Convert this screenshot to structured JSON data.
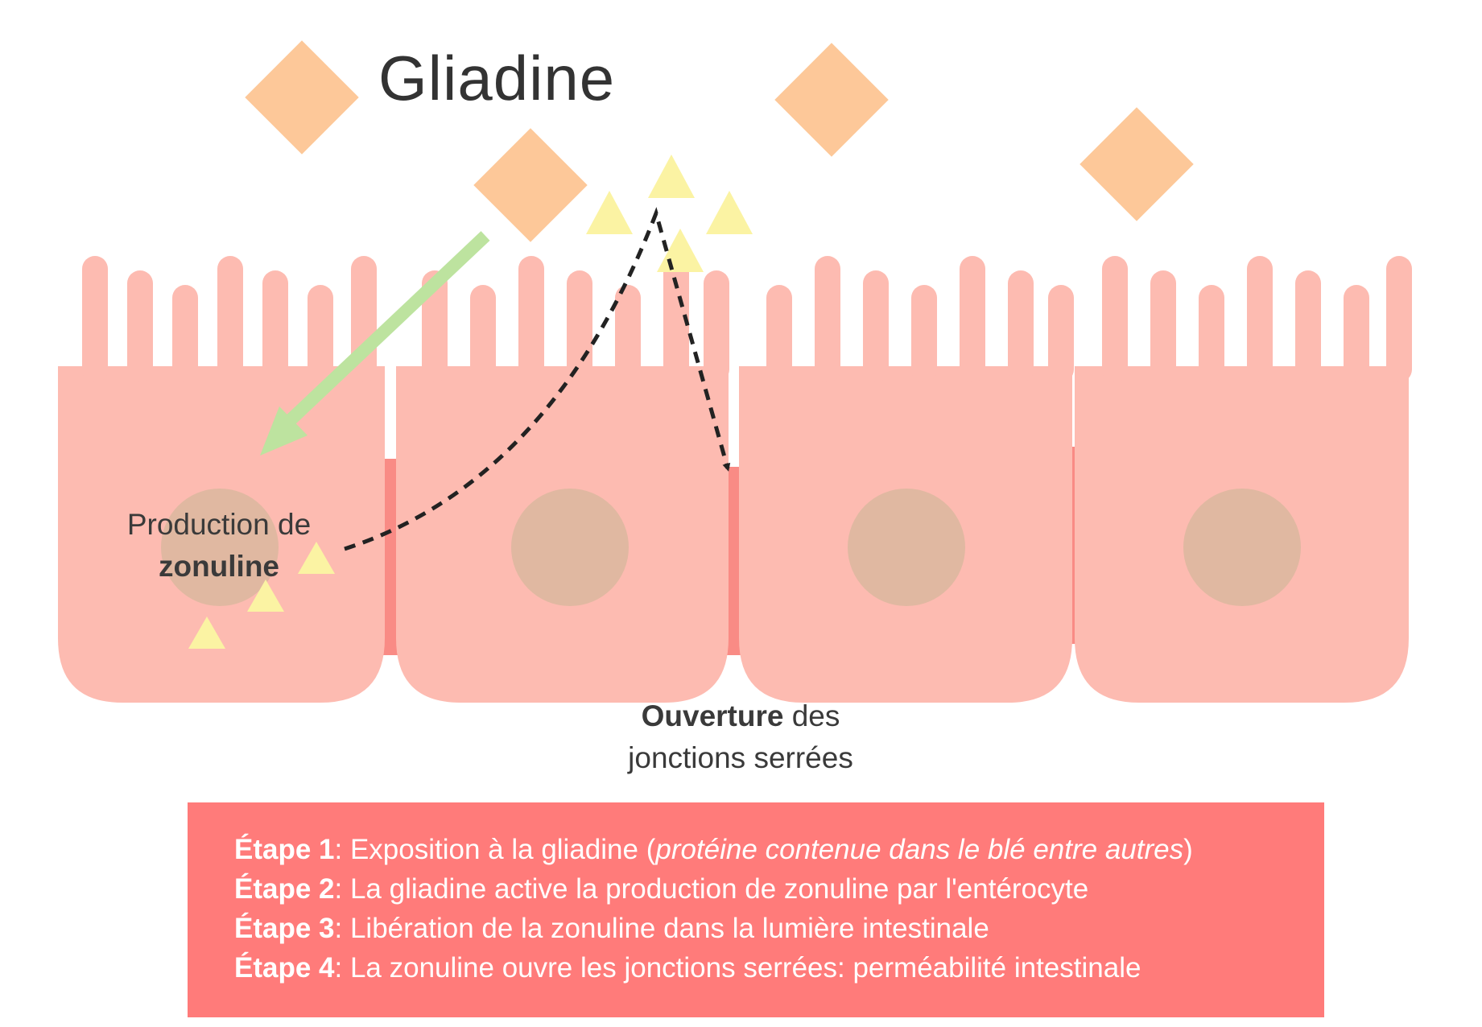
{
  "title": "Gliadine",
  "colors": {
    "cell": "#fdbbb1",
    "junction": "#f98b85",
    "nucleus": "#e0b8a1",
    "gliadin": "#fdc899",
    "zonulin": "#fbf3a3",
    "arrow_green": "#bde39f",
    "legend_bg": "#ff7b7a"
  },
  "labels": {
    "production_line1": "Production de",
    "production_bold": "zonuline",
    "opening_bold": "Ouverture",
    "opening_rest": "des",
    "opening_line2": "jonctions serrées"
  },
  "steps": [
    {
      "label": "Étape 1",
      "sep": ": ",
      "text": "Exposition à la gliadine (",
      "italic": "protéine contenue dans le blé entre autres",
      "after": ")"
    },
    {
      "label": "Étape 2",
      "sep": ": ",
      "text": "La gliadine active la production de zonuline par l'entérocyte",
      "italic": "",
      "after": ""
    },
    {
      "label": "Étape 3",
      "sep": ": ",
      "text": "Libération de la zonuline dans la lumière intestinale",
      "italic": "",
      "after": ""
    },
    {
      "label": "Étape 4",
      "sep": ": ",
      "text": "La zonuline ouvre les jonctions serrées: perméabilité intestinale",
      "italic": "",
      "after": ""
    }
  ]
}
